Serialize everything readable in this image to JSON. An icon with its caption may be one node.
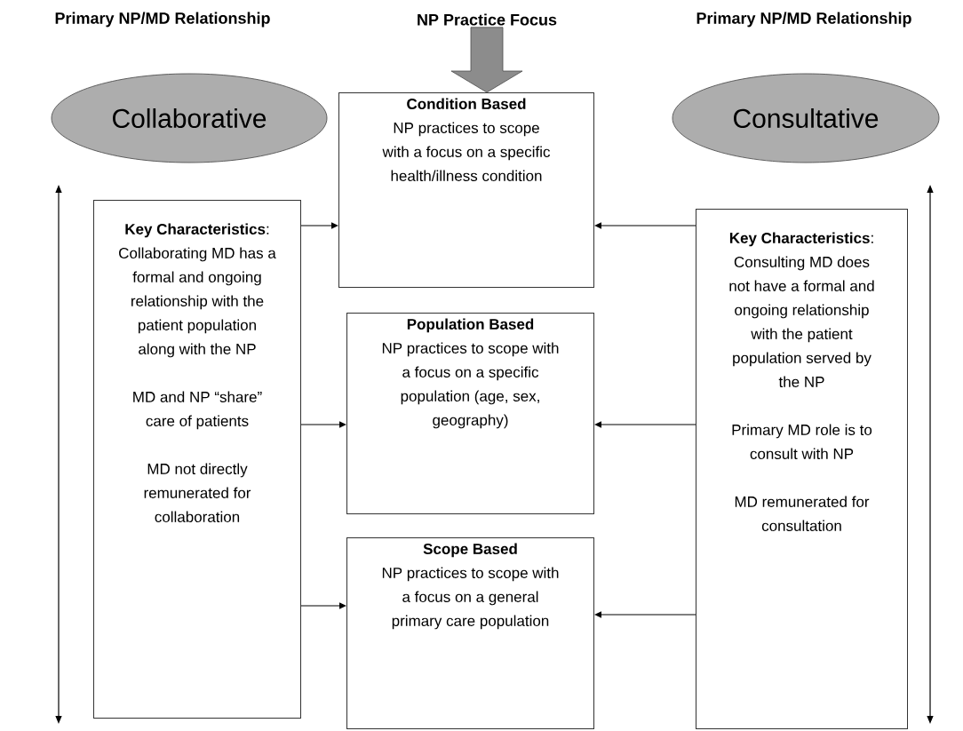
{
  "diagram": {
    "nodes": [
      {
        "text": [
          "NP Practice Focus"
        ]
      },
      {
        "text": [
          "Collaborative"
        ]
      },
      {
        "text": [
          "Condition Based",
          "NP practices to scope with a focus on a specific health/illness condition"
        ]
      },
      {
        "text": [
          "Consultative"
        ]
      },
      {
        "text": [
          "**Key Characteristics**:",
          "Collaborating MD has a formal and ongoing relationship with the patient population along with the NP",
          "MD and NP “share” care of patients",
          "MD not directly remunerated for collaboration"
        ]
      },
      {
        "text": [
          "Population Based",
          "NP practices to scope with a focus on a specific population (age, sex, geography)"
        ]
      },
      {
        "text": [
          "**Key Characteristics**:",
          "Consulting MD does not have a formal and ongoing relationship with the patient population served by the NP",
          "Primary MD role is to consult with NP",
          "MD remunerated for consultation"
        ]
      },
      {
        "text": [
          "Scope Based",
          "NP practices to scope with a focus on a general primary care population"
        ]
      }
    ],
    "edges": [
      {
        "from": 0,
        "to": 2,
        "arrow": "to",
        "style": "thick",
        "color": "#8c8c8c"
      },
      {
        "from": 4,
        "to": 2,
        "arrow": "to"
      },
      {
        "from": 4,
        "to": 5,
        "arrow": "to"
      },
      {
        "from": 4,
        "to": 7,
        "arrow": "to"
      },
      {
        "from": 6,
        "to": 2,
        "arrow": "to"
      },
      {
        "from": 6,
        "to": 5,
        "arrow": "to"
      },
      {
        "from": 6,
        "to": 7,
        "arrow": "to"
      }
    ],
    "labels": [
      "Primary NP/MD Relationship",
      "Primary NP/MD Relationship"
    ]
  }
}
